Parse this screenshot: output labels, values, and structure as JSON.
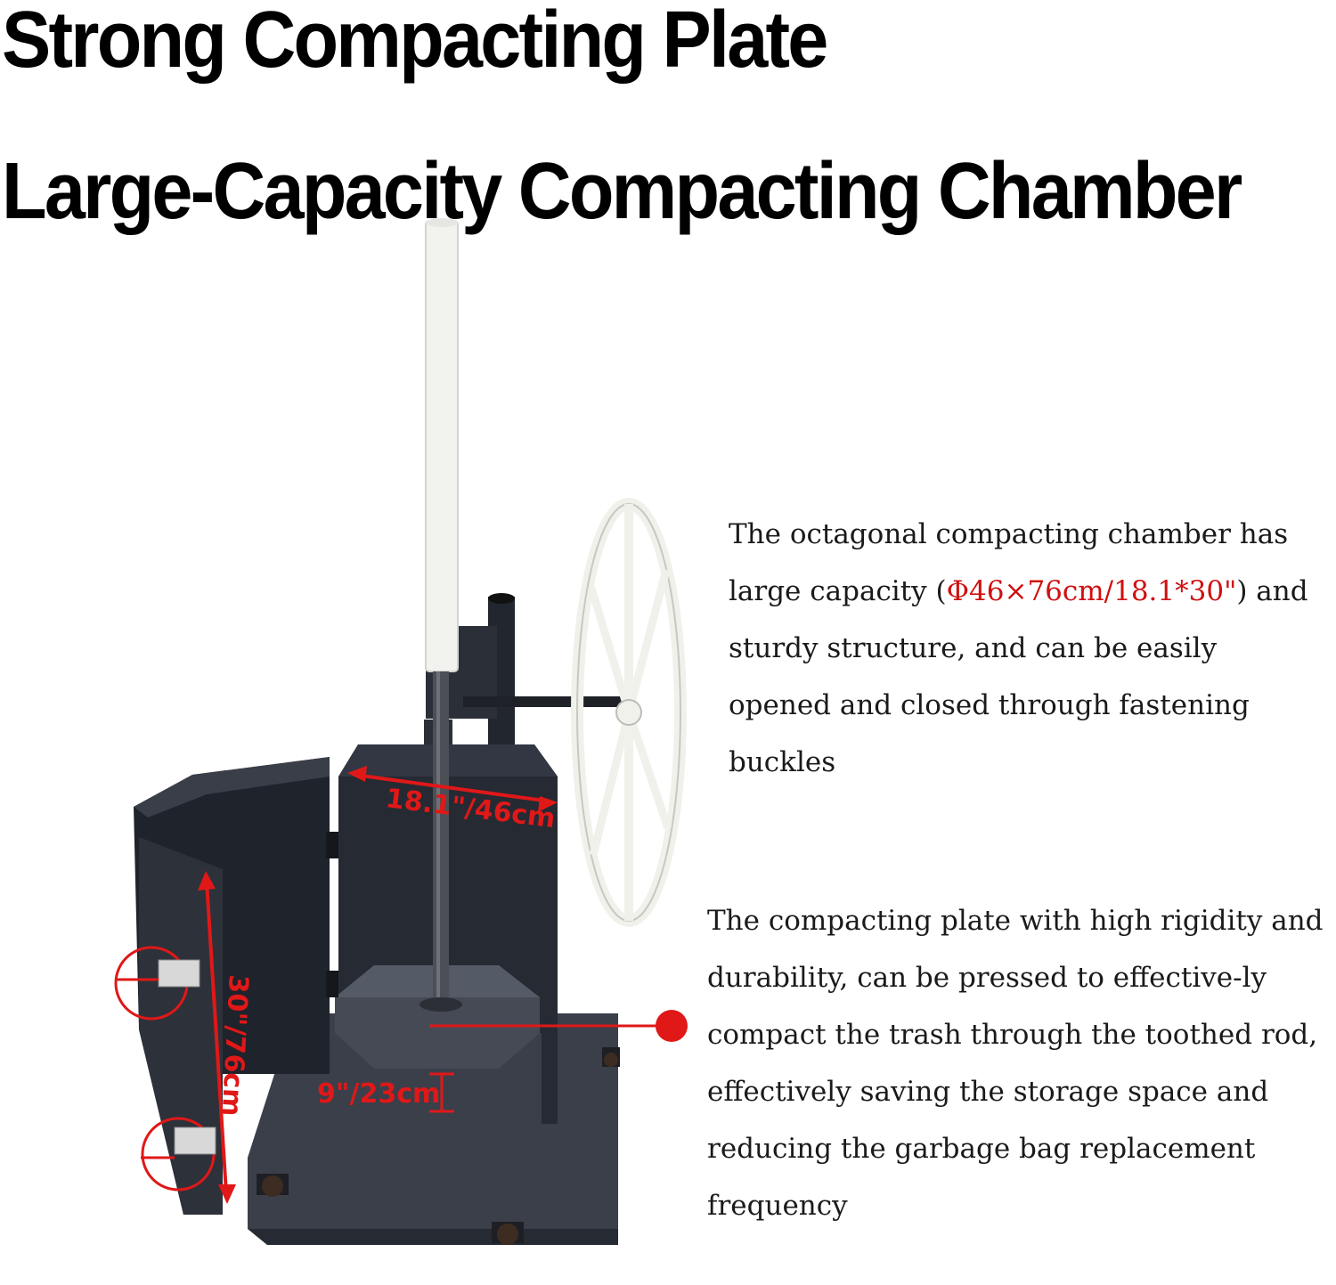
{
  "headings": {
    "line1": "Strong Compacting Plate",
    "line2": "Large-Capacity Compacting Chamber"
  },
  "chamber_description": {
    "before": "The octagonal compacting chamber has large capacity (",
    "highlight": "Φ46×76cm/18.1*30\"",
    "after": ") and sturdy structure, and can be easily opened and closed through fastening buckles"
  },
  "plate_description": "The compacting plate with high rigidity and durability, can be pressed to effective-ly compact the trash through the toothed rod, effectively saving the storage space and reducing the garbage bag replacement frequency",
  "dimensions": {
    "width": "18.1\"/46cm",
    "height": "30\"/76cm",
    "plate_gap": "9\"/23cm"
  },
  "colors": {
    "annotation_red": "#e01818",
    "steel_dark": "#2b2f38",
    "pole_white": "#f2f2ef"
  }
}
